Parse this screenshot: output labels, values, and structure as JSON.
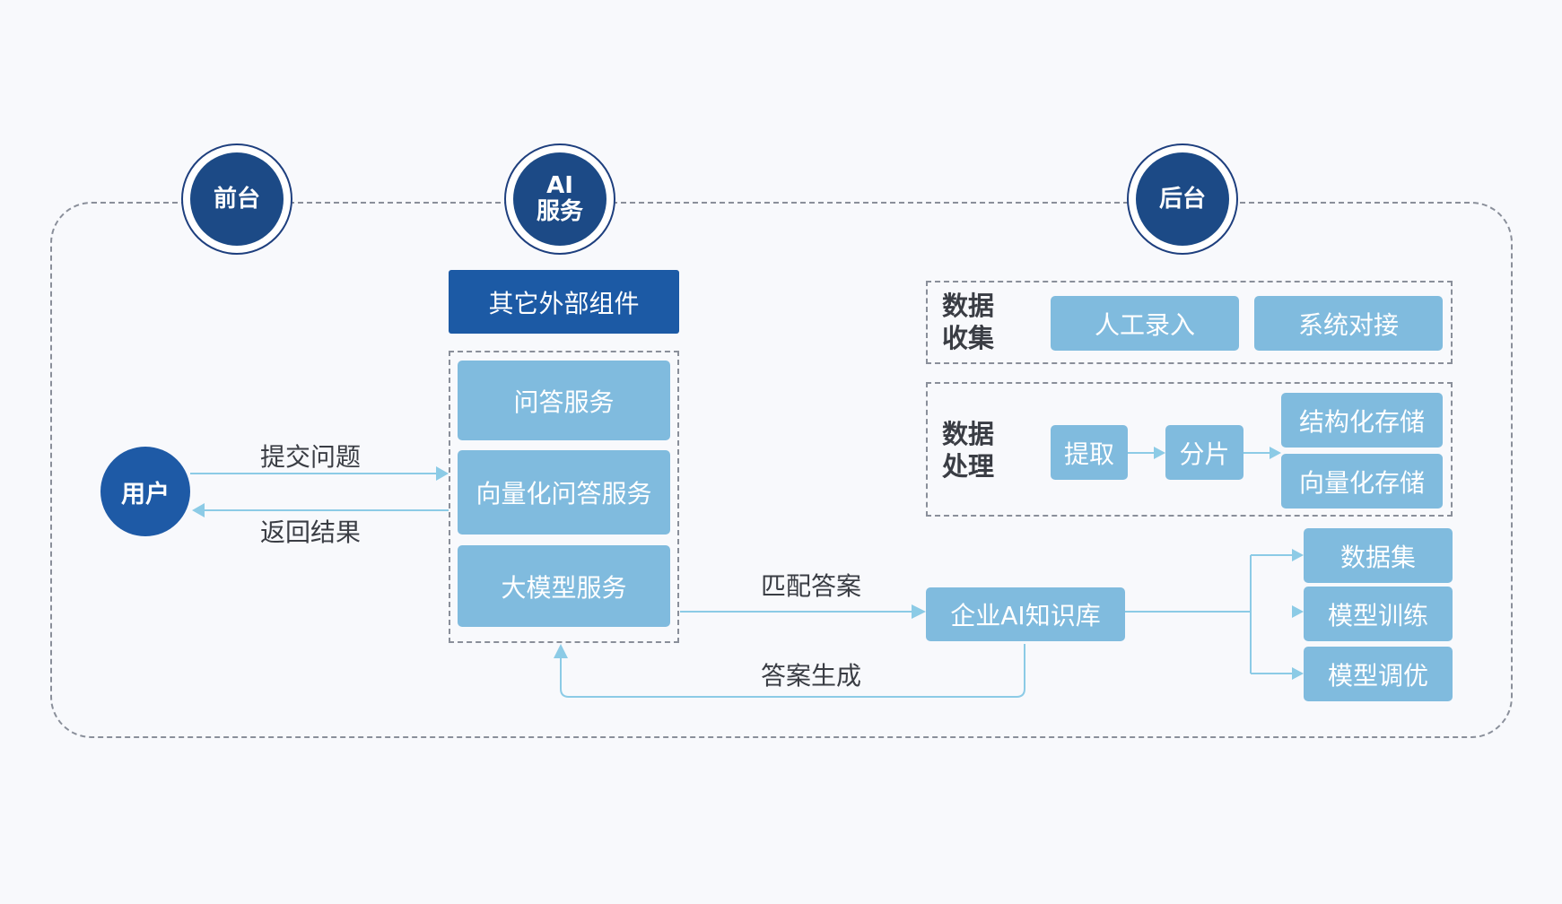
{
  "tiers": {
    "front": "前台",
    "ai": "AI\n服务",
    "back": "后台"
  },
  "user": "用户",
  "user_flow": {
    "submit": "提交问题",
    "return": "返回结果"
  },
  "ai_service": {
    "external": "其它外部组件",
    "services": [
      "问答服务",
      "向量化问答服务",
      "大模型服务"
    ]
  },
  "match_label": "匹配答案",
  "answer_label": "答案生成",
  "knowledge_base": "企业AI知识库",
  "collection": {
    "title": "数据\n收集",
    "items": [
      "人工录入",
      "系统对接"
    ]
  },
  "processing": {
    "title": "数据\n处理",
    "extract": "提取",
    "split": "分片",
    "storage": [
      "结构化存储",
      "向量化存储"
    ]
  },
  "outputs": [
    "数据集",
    "模型训练",
    "模型调优"
  ],
  "colors": {
    "dark_blue": "#1c4a86",
    "primary_blue": "#1c5aa5",
    "light_blue": "#80bbde",
    "connector": "#8ccbe6"
  }
}
